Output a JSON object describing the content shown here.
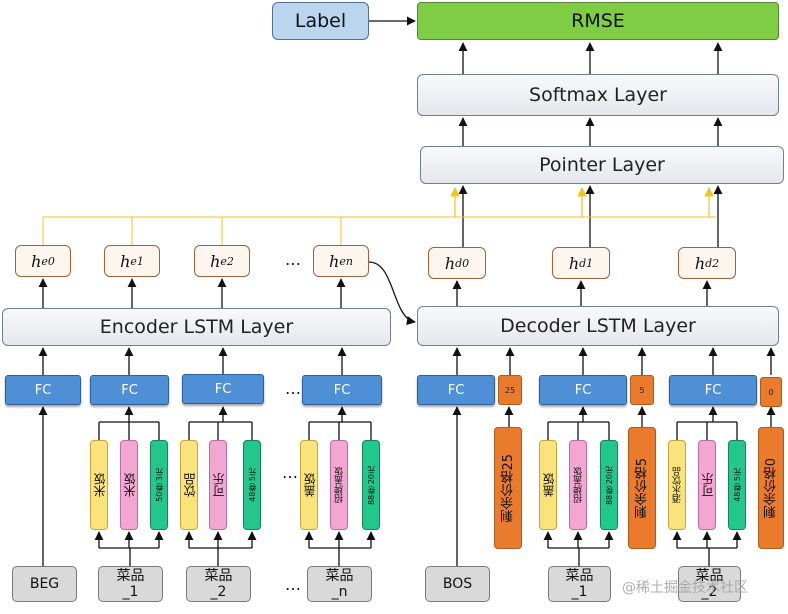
{
  "top": {
    "label": "Label",
    "rmse": "RMSE",
    "softmax": "Softmax Layer",
    "pointer": "Pointer Layer"
  },
  "layers": {
    "encoder": "Encoder LSTM Layer",
    "decoder": "Decoder LSTM Layer"
  },
  "hidden": {
    "h_symbol": "h",
    "encoder": [
      "e0",
      "e1",
      "e2",
      "en"
    ],
    "decoder": [
      "d0",
      "d1",
      "d2"
    ]
  },
  "fc_label": "FC",
  "ellipsis": "…",
  "encoder_inputs": [
    {
      "line1": "BEG",
      "line2": ""
    },
    {
      "line1": "菜品",
      "line2": "_1"
    },
    {
      "line1": "菜品",
      "line2": "_2"
    },
    {
      "line1": "菜品",
      "line2": "_n"
    }
  ],
  "decoder_inputs": [
    {
      "line1": "BOS",
      "line2": ""
    },
    {
      "line1": "菜品",
      "line2": "_1"
    },
    {
      "line1": "菜品",
      "line2": "_2"
    }
  ],
  "encoder_groups": [
    {
      "items": [
        "米饭",
        "米饭",
        "50卷 3元"
      ]
    },
    {
      "items": [
        "饮品",
        "可乐",
        "48卷 5元"
      ]
    },
    {
      "items": [
        "盖饭",
        "招牌盖饭",
        "88卷 20元"
      ]
    }
  ],
  "decoder_groups": [
    {
      "items": [
        "盖饭",
        "招牌盖饭",
        "88卷 20元"
      ]
    },
    {
      "items": [
        "酒水饮品",
        "可乐",
        "48卷 5元"
      ]
    }
  ],
  "remaining": [
    {
      "small": "25",
      "tall": "剩余价格25"
    },
    {
      "small": "5",
      "tall": "剩余价格5"
    },
    {
      "small": "0",
      "tall": "剩余价格0"
    }
  ],
  "watermark": "@稀土掘金技术社区",
  "colors": {
    "rmse_green": "#7fcc45",
    "label_blue": "#bcd5ef",
    "fc_blue": "#4f8fd6",
    "remaining_orange": "#ea7a2c",
    "attention_yellow": "#f0c419",
    "item_yellow": "#fae37a",
    "item_pink": "#f4a6d3",
    "item_teal": "#22c78c"
  }
}
